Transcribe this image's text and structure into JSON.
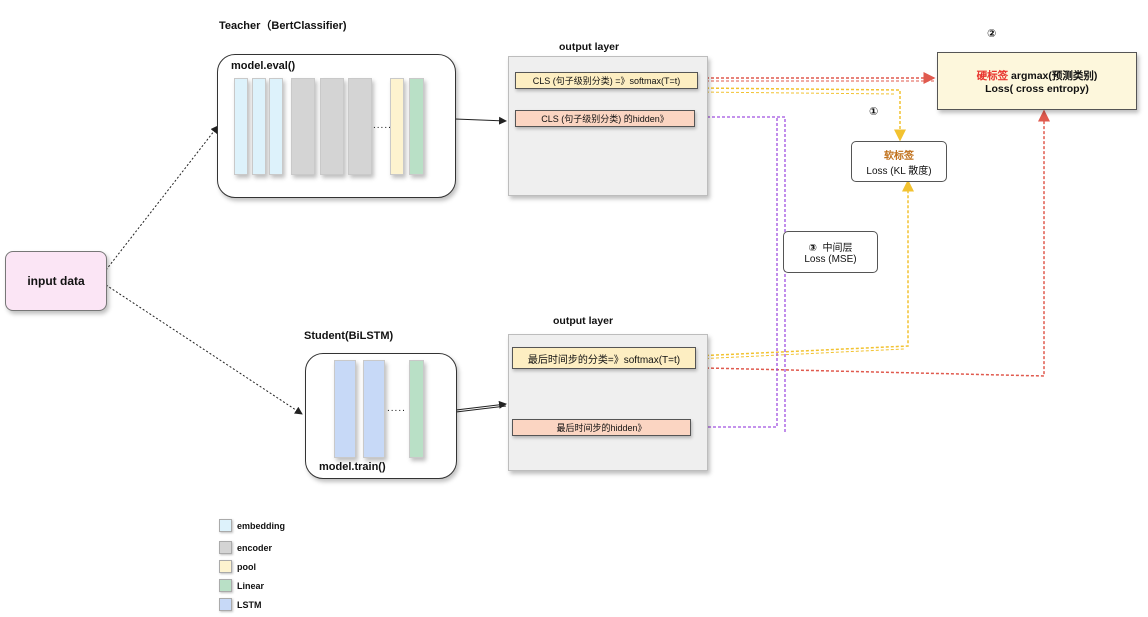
{
  "teacher": {
    "title": "Teacher（BertClassifier)",
    "mode": "model.eval()",
    "dots": "....."
  },
  "student": {
    "title": "Student(BiLSTM)",
    "mode": "model.train()",
    "dots": "....."
  },
  "input": {
    "label": "input data"
  },
  "teacher_output": {
    "title": "output  layer",
    "cls_softmax": "CLS (句子级别分类) =》softmax(T=t)",
    "cls_hidden": "CLS (句子级别分类) 的hidden》"
  },
  "student_output": {
    "title": "output  layer",
    "last_softmax": "最后时间步的分类=》softmax(T=t)",
    "last_hidden": "最后时间步的hidden》"
  },
  "losses": {
    "soft": {
      "num": "①",
      "label": "软标签",
      "loss": "Loss (KL 散度)"
    },
    "hard": {
      "num": "②",
      "label": "硬标签",
      "rest": "  argmax(预测类别)",
      "loss": "Loss( cross entropy)"
    },
    "mid": {
      "num": "③",
      "label": "中间层",
      "loss": "Loss (MSE)"
    }
  },
  "legend": [
    {
      "label": "embedding",
      "color": "#ddf2fb"
    },
    {
      "label": "encoder",
      "color": "#d4d4d4"
    },
    {
      "label": "pool",
      "color": "#fdf3cf"
    },
    {
      "label": "Linear",
      "color": "#b9e0c6"
    },
    {
      "label": "LSTM",
      "color": "#c7d9f7"
    }
  ],
  "colors": {
    "hard_label": "#e8352e",
    "soft_label": "#c0711c",
    "arrow_red": "#e05a4e",
    "arrow_yellow": "#f2c230",
    "arrow_purple": "#a050e0"
  }
}
